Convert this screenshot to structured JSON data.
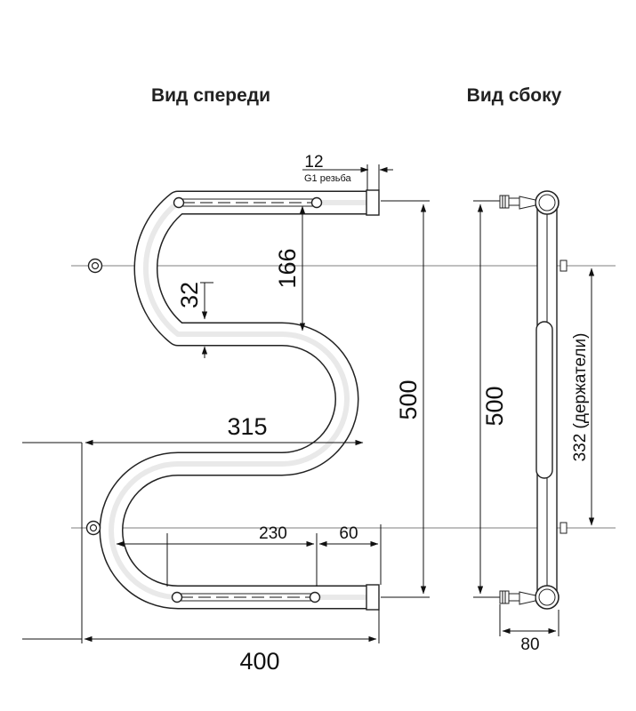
{
  "titles": {
    "front": "Вид спереди",
    "side": "Вид сбоку"
  },
  "front_view": {
    "dim_thread": "12",
    "dim_thread_note": "G1 резьба",
    "dim_bend_spacing": "166",
    "dim_pipe_gap": "32",
    "dim_width_inner": "315",
    "dim_height": "500",
    "dim_230": "230",
    "dim_60": "60",
    "dim_total_width": "400"
  },
  "side_view": {
    "dim_height": "500",
    "dim_holders": "332 (держатели)",
    "dim_depth": "80"
  }
}
